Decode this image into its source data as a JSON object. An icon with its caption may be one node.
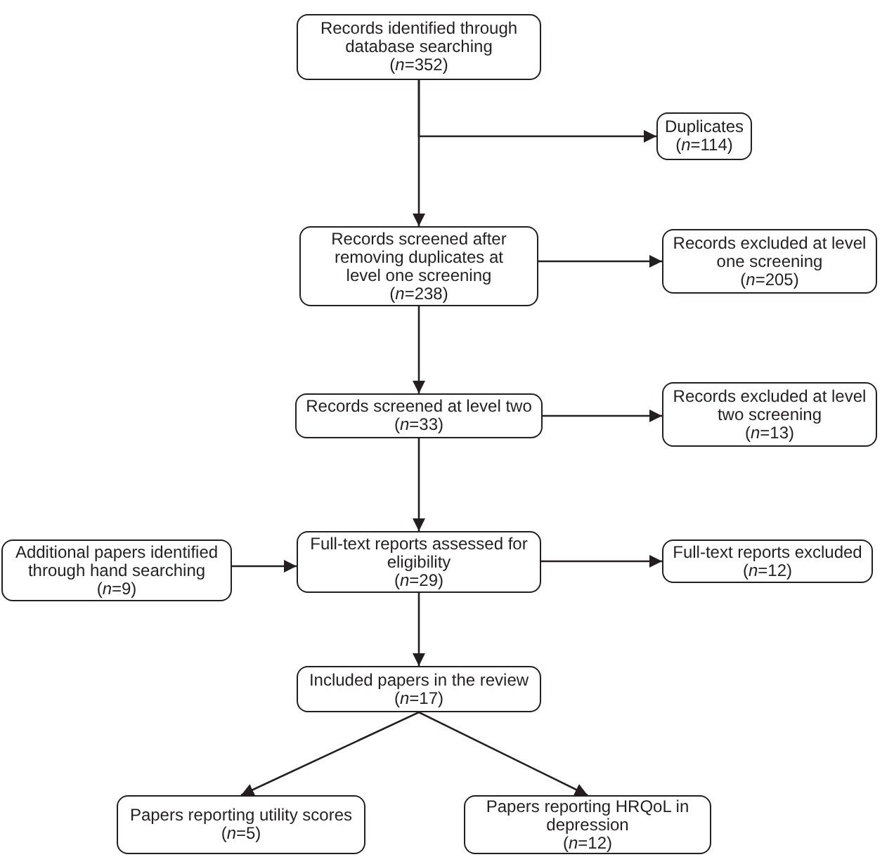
{
  "diagram": {
    "nodes": [
      {
        "text": [
          "Records identified through database searching",
          "(*n*=352)"
        ]
      },
      {
        "text": [
          "Duplicates",
          "(*n*=114)"
        ]
      },
      {
        "text": [
          "Records screened after removing duplicates at level one screening",
          "(*n*=238)"
        ]
      },
      {
        "text": [
          "Records excluded at level one screening",
          "(*n*=205)"
        ]
      },
      {
        "text": [
          "Records screened at level two",
          "(*n*=33)"
        ]
      },
      {
        "text": [
          "Records excluded at level two screening",
          "(*n*=13)"
        ]
      },
      {
        "text": [
          "Additional papers identified through hand searching",
          "(*n*=9)"
        ]
      },
      {
        "text": [
          "Full-text reports assessed for eligibility",
          "(*n*=29)"
        ]
      },
      {
        "text": [
          "Full-text reports excluded",
          "(*n*=12)"
        ]
      },
      {
        "text": [
          "Included papers in the review",
          "(*n*=17)"
        ]
      },
      {
        "text": [
          "Papers reporting utility scores",
          "(*n*=5)"
        ]
      },
      {
        "text": [
          "Papers reporting HRQoL in depression",
          "(*n*=12)"
        ]
      }
    ],
    "edges": [
      {
        "from": 0,
        "to": 2,
        "arrow": "to"
      },
      {
        "from": 0,
        "to": 1,
        "arrow": "to"
      },
      {
        "from": 2,
        "to": 3,
        "arrow": "to"
      },
      {
        "from": 2,
        "to": 4,
        "arrow": "to"
      },
      {
        "from": 4,
        "to": 5,
        "arrow": "to"
      },
      {
        "from": 4,
        "to": 7,
        "arrow": "to"
      },
      {
        "from": 6,
        "to": 7,
        "arrow": "to"
      },
      {
        "from": 7,
        "to": 8,
        "arrow": "to"
      },
      {
        "from": 7,
        "to": 9,
        "arrow": "to"
      },
      {
        "from": 9,
        "to": 10,
        "arrow": "to"
      },
      {
        "from": 9,
        "to": 11,
        "arrow": "to"
      }
    ]
  }
}
